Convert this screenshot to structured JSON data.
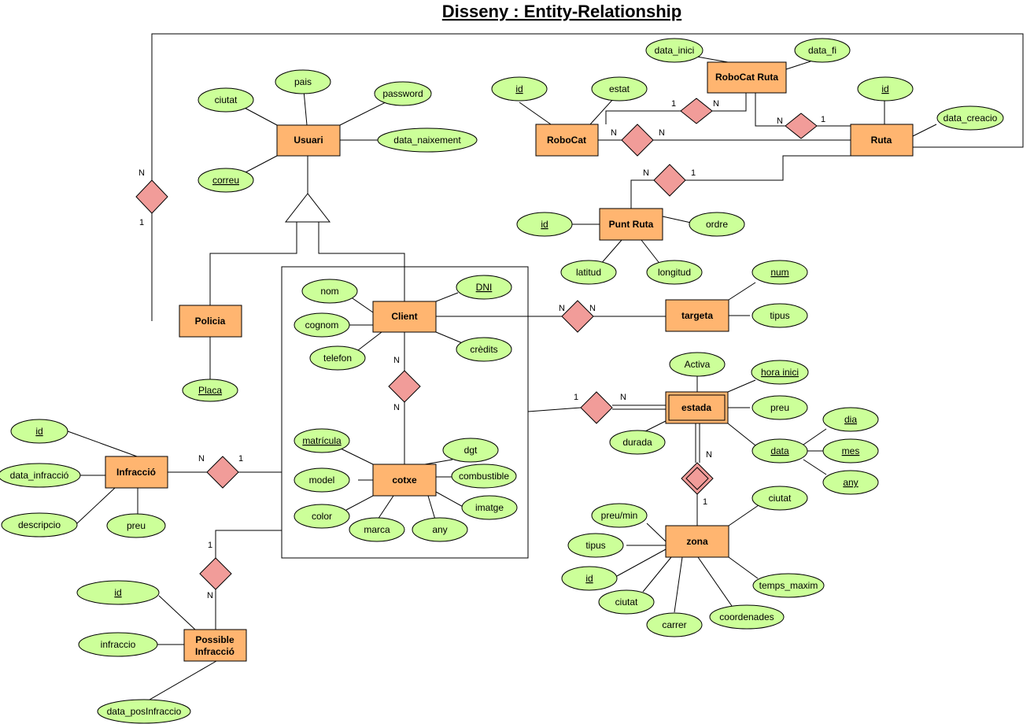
{
  "title": "Disseny : Entity-Relationship",
  "colors": {
    "entity_fill": "#ffb570",
    "attribute_fill": "#ccff99",
    "relationship_fill": "#f19c99",
    "stroke": "#000000"
  },
  "entities": {
    "usuari": "Usuari",
    "policia": "Policia",
    "client": "Client",
    "cotxe": "cotxe",
    "targeta": "targeta",
    "estada": "estada",
    "zona": "zona",
    "robocat": "RoboCat",
    "robocat_ruta": "RoboCat Ruta",
    "ruta": "Ruta",
    "punt_ruta": "Punt Ruta",
    "infraccio": "Infracció",
    "possible_infraccio_l1": "Possible",
    "possible_infraccio_l2": "Infracció"
  },
  "attributes": {
    "usuari_pais": "pais",
    "usuari_ciutat": "ciutat",
    "usuari_password": "password",
    "usuari_data_naixement": "data_naixement",
    "usuari_correu": "correu",
    "policia_placa": "Placa",
    "client_nom": "nom",
    "client_dni": "DNI",
    "client_cognom": "cognom",
    "client_telefon": "telefon",
    "client_credits": "crèdits",
    "cotxe_matricula": "matrícula",
    "cotxe_dgt": "dgt",
    "cotxe_model": "model",
    "cotxe_combustible": "combustible",
    "cotxe_color": "color",
    "cotxe_imatge": "imatge",
    "cotxe_marca": "marca",
    "cotxe_any": "any",
    "targeta_num": "num",
    "targeta_tipus": "tipus",
    "estada_activa": "Activa",
    "estada_hora_inici": "hora inici",
    "estada_preu": "preu",
    "estada_durada": "durada",
    "estada_data": "data",
    "data_dia": "dia",
    "data_mes": "mes",
    "data_any": "any",
    "zona_ciutat_top": "ciutat",
    "zona_preu_min": "preu/min",
    "zona_tipus": "tipus",
    "zona_id": "id",
    "zona_ciutat": "ciutat",
    "zona_carrer": "carrer",
    "zona_coordenades": "coordenades",
    "zona_temps_maxim": "temps_maxim",
    "robocat_id": "id",
    "robocat_estat": "estat",
    "robocat_ruta_data_inici": "data_inici",
    "robocat_ruta_data_fi": "data_fi",
    "ruta_id": "id",
    "ruta_data_creacio": "data_creacio",
    "punt_ruta_id": "id",
    "punt_ruta_ordre": "ordre",
    "punt_ruta_latitud": "latitud",
    "punt_ruta_longitud": "longitud",
    "infraccio_id": "id",
    "infraccio_data": "data_infracció",
    "infraccio_descripcio": "descripcio",
    "infraccio_preu": "preu",
    "possible_id": "id",
    "possible_infraccio": "infraccio",
    "possible_data": "data_posInfraccio"
  },
  "cardinalities": {
    "policia_ruta_top": "N",
    "policia_ruta_bottom": "1",
    "robocat_ruta_rel_left": "1",
    "robocat_ruta_rel_right": "N",
    "ruta_rel_left": "N",
    "ruta_rel_right": "1",
    "robocat_ruta_direct_left": "N",
    "robocat_ruta_direct_right": "N",
    "punt_ruta_left": "N",
    "punt_ruta_right": "1",
    "client_targeta_left": "N",
    "client_targeta_right": "N",
    "client_cotxe_top": "N",
    "client_cotxe_bottom": "N",
    "estada_left": "1",
    "estada_right": "N",
    "estada_zona_top": "N",
    "estada_zona_bottom": "1",
    "infraccio_left": "N",
    "infraccio_right": "1",
    "possible_top": "1",
    "possible_bottom": "N"
  }
}
